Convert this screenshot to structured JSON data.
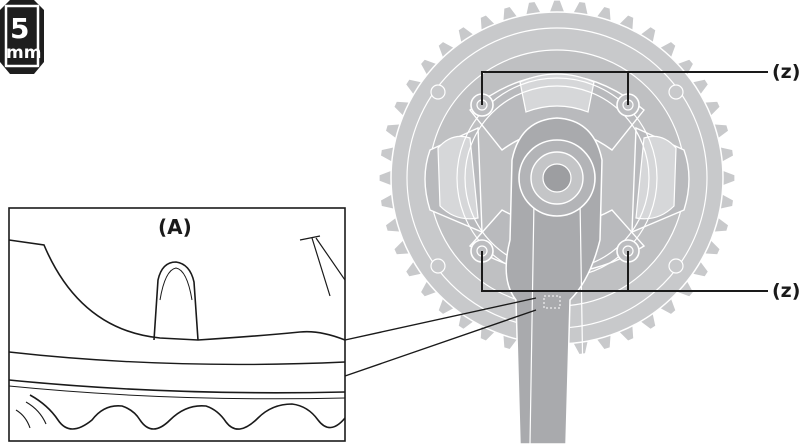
{
  "tool_badge": {
    "size_text": "5",
    "unit_text": "mm"
  },
  "callouts": [
    {
      "label": "(z)"
    },
    {
      "label": "(z)"
    }
  ],
  "inset": {
    "label": "(A)"
  }
}
